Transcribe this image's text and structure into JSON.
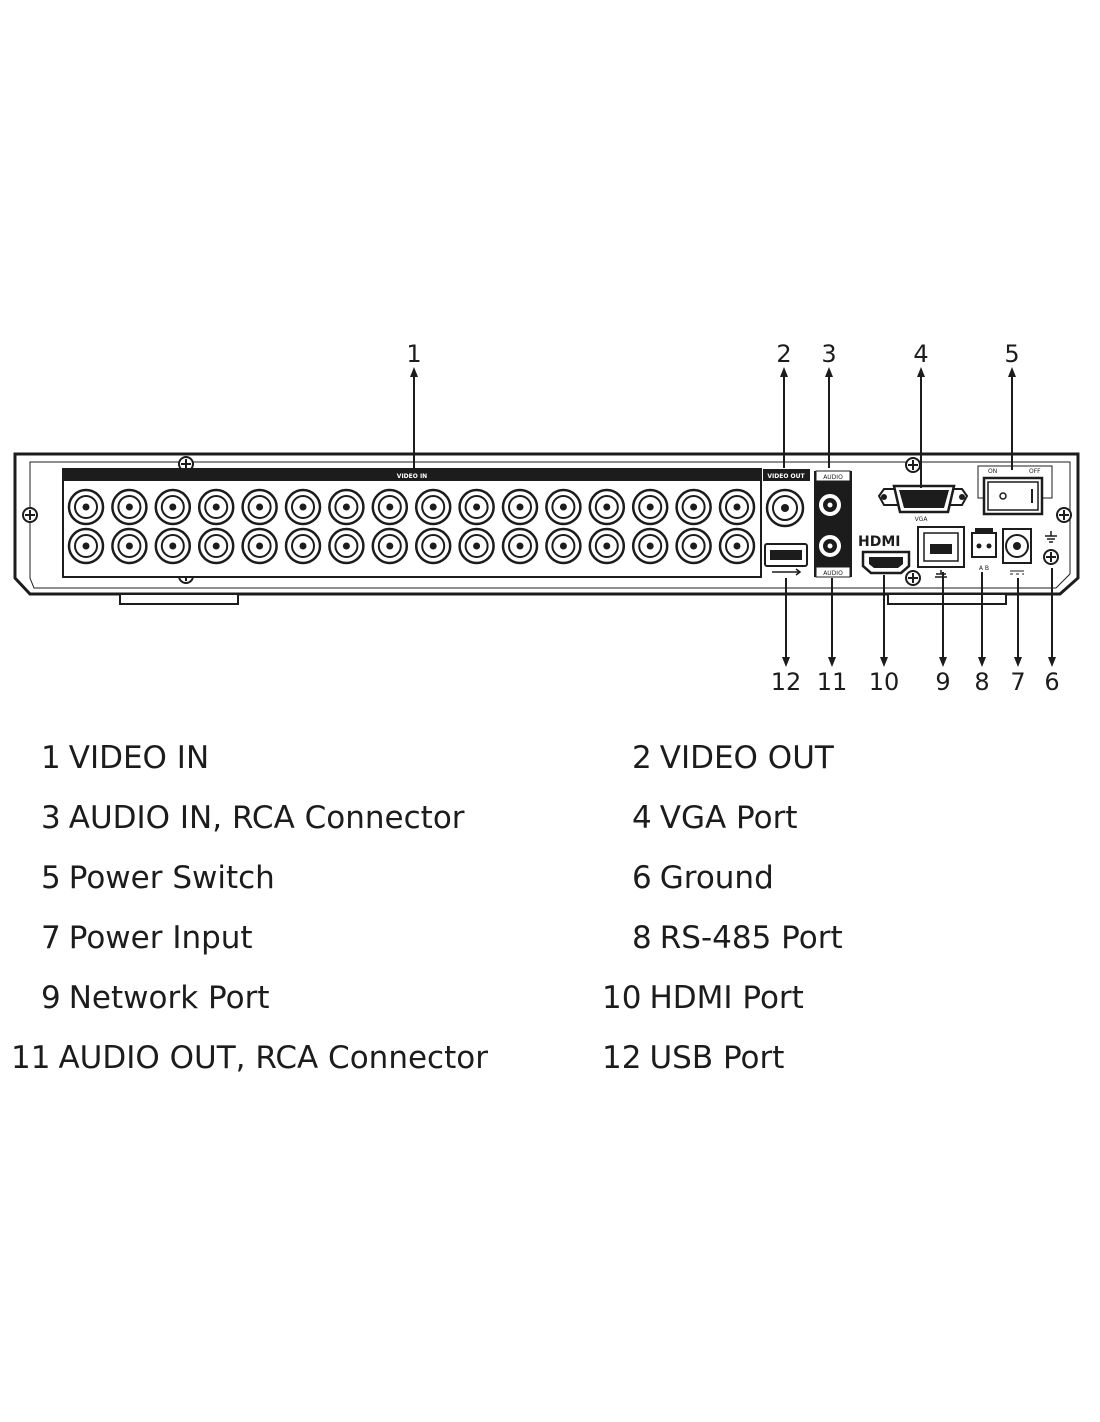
{
  "panel_labels": {
    "video_in": "VIDEO IN",
    "video_out": "VIDEO OUT",
    "audio_top": "AUDIO",
    "audio_bottom": "AUDIO",
    "vga": "VGA",
    "on": "ON",
    "off": "OFF",
    "hdmi": "HDMI",
    "rs485": "A B"
  },
  "callouts": {
    "top": [
      "1",
      "2",
      "3",
      "4",
      "5"
    ],
    "bottom": [
      "12",
      "11",
      "10",
      "9",
      "8",
      "7",
      "6"
    ]
  },
  "legend": [
    {
      "num": "1",
      "label": "VIDEO IN"
    },
    {
      "num": "2",
      "label": "VIDEO OUT"
    },
    {
      "num": "3",
      "label": "AUDIO IN, RCA Connector"
    },
    {
      "num": "4",
      "label": "VGA Port"
    },
    {
      "num": "5",
      "label": "Power Switch"
    },
    {
      "num": "6",
      "label": "Ground"
    },
    {
      "num": "7",
      "label": "Power Input"
    },
    {
      "num": "8",
      "label": "RS-485 Port"
    },
    {
      "num": "9",
      "label": "Network Port"
    },
    {
      "num": "10",
      "label": "HDMI Port"
    },
    {
      "num": "11",
      "label": "AUDIO OUT, RCA Connector"
    },
    {
      "num": "12",
      "label": "USB Port"
    }
  ]
}
